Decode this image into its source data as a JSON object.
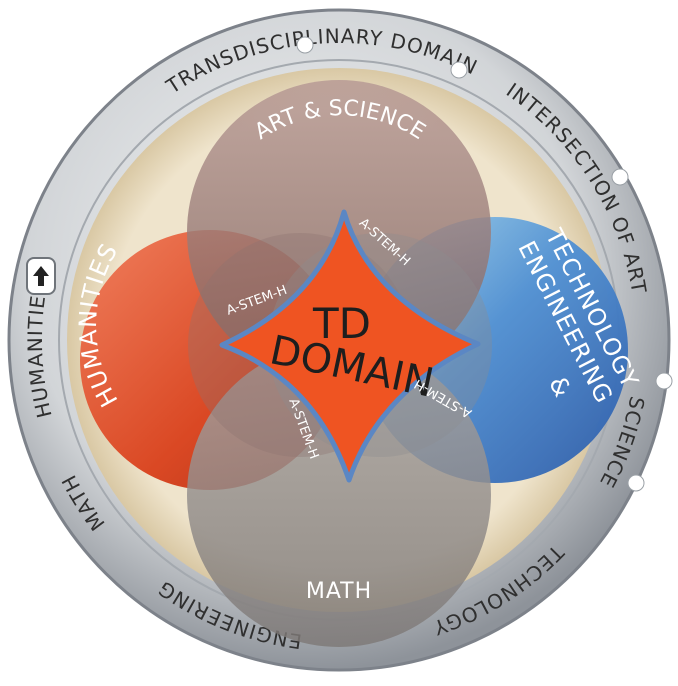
{
  "ring": {
    "items": [
      "INTERSECTION OF ART",
      "SCIENCE",
      "TECHNOLOGY",
      "ENGINEERING",
      "MATH",
      "HUMANITIES",
      "TRANSDISCIPLINARY DOMAIN"
    ],
    "arrow_icon": "up-arrow-icon"
  },
  "circles": {
    "top": "ART & SCIENCE",
    "left": "HUMANITIES",
    "right_line1": "TECHNOLOGY",
    "right_amp": "&",
    "right_line2": "ENGINEERING",
    "bottom": "MATH"
  },
  "center": {
    "line1": "TD",
    "line2": "DOMAIN",
    "edge_label": "A-STEM-H"
  },
  "colors": {
    "ring": "#b9bec4",
    "bezel": "#e8d8b8",
    "humanities": "#de4a23",
    "technology": "#3f78c6",
    "art_science": "#9b7c78",
    "math": "#8f8a88",
    "center": "#ef5422",
    "center_stroke": "#5b87c4"
  }
}
